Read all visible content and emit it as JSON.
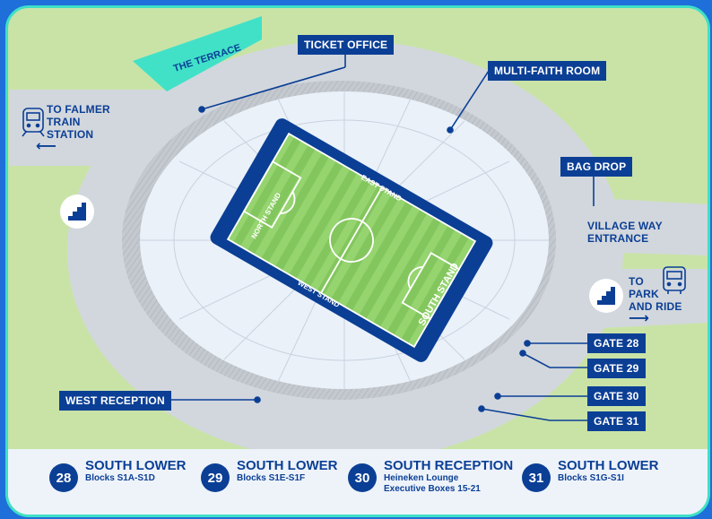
{
  "map": {
    "pitch_labels": {
      "north": "NORTH STAND",
      "east": "EAST STAND",
      "west": "WEST STAND",
      "south": "SOUTH STAND"
    },
    "terrace_label": "THE TERRACE",
    "callouts": {
      "ticket_office": "TICKET OFFICE",
      "multi_faith_room": "MULTI-FAITH ROOM",
      "bag_drop": "BAG DROP",
      "west_reception": "WEST RECEPTION",
      "gate_28": "GATE 28",
      "gate_29": "GATE 29",
      "gate_30": "GATE 30",
      "gate_31": "GATE 31"
    },
    "directions": {
      "falmer_line1": "TO FALMER",
      "falmer_line2": "TRAIN",
      "falmer_line3": "STATION",
      "village_line1": "VILLAGE WAY",
      "village_line2": "ENTRANCE",
      "park_line1": "TO",
      "park_line2": "PARK",
      "park_line3": "AND RIDE"
    },
    "arrows": {
      "left": "⟵",
      "right": "⟶"
    },
    "icons": [
      "train-icon",
      "bus-icon",
      "stairs-icon"
    ],
    "colors": {
      "navy": "#0b3f95",
      "grass": "#c9e3a7",
      "pitch": "#8fd06a",
      "concourse": "#d2d7dd",
      "frame": "#3ee0c7",
      "terrace": "#41e1c8"
    }
  },
  "legend": [
    {
      "num": "28",
      "title": "SOUTH LOWER",
      "sub1": "Blocks S1A-S1D",
      "sub2": ""
    },
    {
      "num": "29",
      "title": "SOUTH LOWER",
      "sub1": "Blocks S1E-S1F",
      "sub2": ""
    },
    {
      "num": "30",
      "title": "SOUTH RECEPTION",
      "sub1": "Heineken Lounge",
      "sub2": "Executive Boxes 15-21"
    },
    {
      "num": "31",
      "title": "SOUTH LOWER",
      "sub1": "Blocks S1G-S1I",
      "sub2": ""
    }
  ]
}
